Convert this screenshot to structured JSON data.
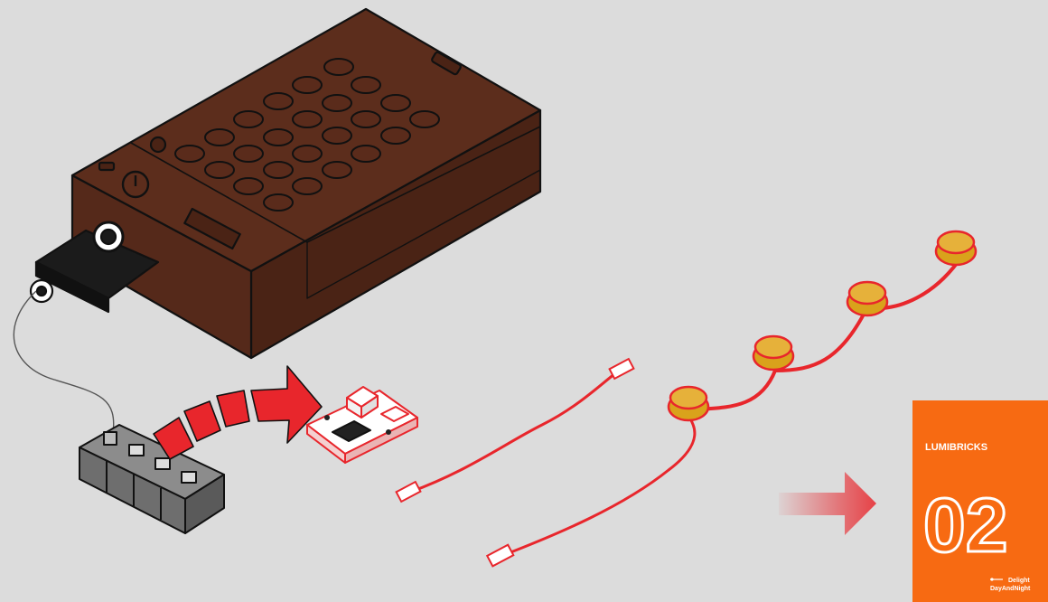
{
  "card": {
    "brand": "LUMIBRICKS",
    "number": "02",
    "tagline_line1": "Delight",
    "tagline_line2": "DayAndNight",
    "color": "#f76a12"
  },
  "colors": {
    "background": "#dcdcdc",
    "battery_box": "#5c2d1c",
    "cable_red": "#e8262c",
    "led_amber": "#d9a21b",
    "outline": "#111111"
  },
  "icons": [
    "battery-box-icon",
    "power-switch-icon",
    "usb-plug-icon",
    "connector-block-icon",
    "curved-arrow-icon",
    "controller-board-icon",
    "short-cable-icon",
    "led-string-icon",
    "next-arrow-icon"
  ]
}
